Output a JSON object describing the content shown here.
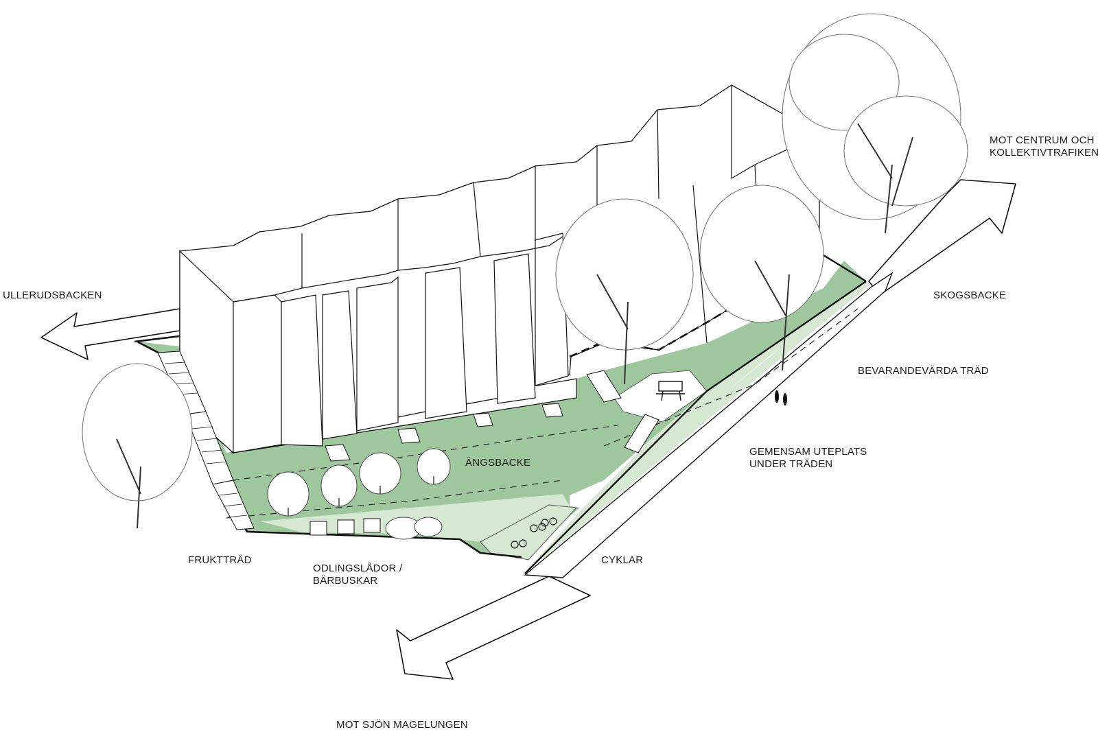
{
  "labels": {
    "ullerudsbacken": "ULLERUDSBACKEN",
    "mot_centrum_line1": "MOT CENTRUM OCH",
    "mot_centrum_line2": "KOLLEKTIVTRAFIKEN",
    "skogsbacke": "SKOGSBACKE",
    "bevarandevarda_trad": "BEVARANDEVÄRDA TRÄD",
    "gemensam_uteplats_line1": "GEMENSAM UTEPLATS",
    "gemensam_uteplats_line2": "UNDER TRÄDEN",
    "angsbacke": "ÄNGSBACKE",
    "fruktrad": "FRUKTTRÄD",
    "odlingslador_line1": "ODLINGSLÅDOR /",
    "odlingslador_line2": "BÄRBUSKAR",
    "cyklar": "CYKLAR",
    "mot_sjon": "MOT SJÖN MAGELUNGEN"
  },
  "colors": {
    "lawn": "#9fc79d",
    "path": "#d6e8d2",
    "outline": "#111111",
    "tree_line": "#6f6f6f",
    "building_fill": "#ffffff"
  }
}
